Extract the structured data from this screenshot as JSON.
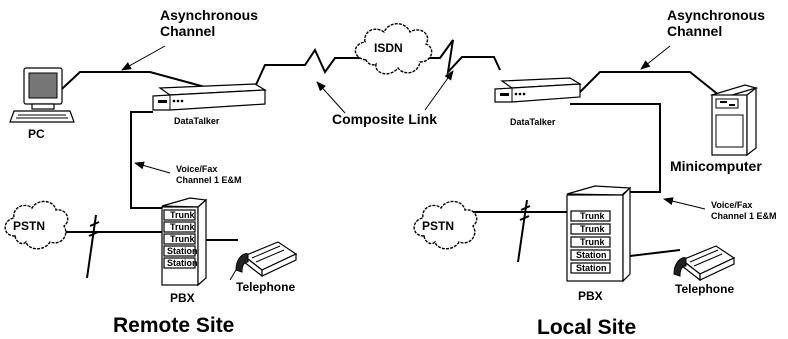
{
  "labels": {
    "async_left": [
      "Asynchronous",
      "Channel"
    ],
    "async_right": [
      "Asynchronous",
      "Channel"
    ],
    "isdn": "ISDN",
    "composite_link": "Composite Link",
    "datatalker_left": "DataTalker",
    "datatalker_right": "DataTalker",
    "pc": "PC",
    "minicomputer": "Minicomputer",
    "voice_fax_left": [
      "Voice/Fax",
      "Channel 1 E&M"
    ],
    "voice_fax_right": [
      "Voice/Fax",
      "Channel 1 E&M"
    ],
    "pstn_left": "PSTN",
    "pstn_right": "PSTN",
    "pbx_left": "PBX",
    "pbx_right": "PBX",
    "telephone_left": "Telephone",
    "telephone_right": "Telephone",
    "remote_site": "Remote Site",
    "local_site": "Local Site"
  },
  "pbx_slots": [
    "Trunk",
    "Trunk",
    "Trunk",
    "Station",
    "Station"
  ]
}
